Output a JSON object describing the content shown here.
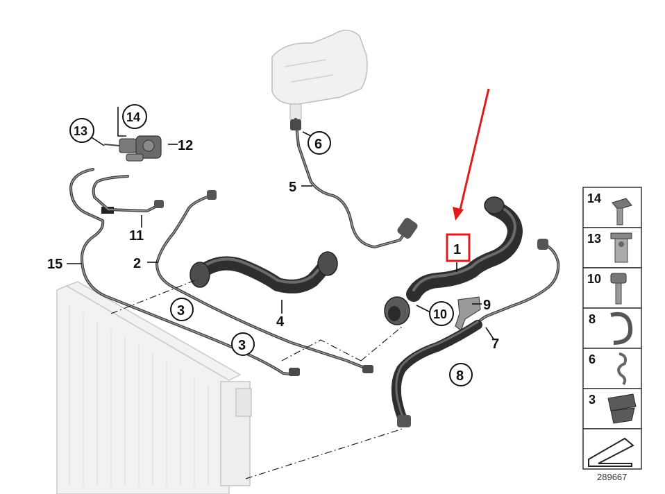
{
  "callouts": {
    "c1": "1",
    "c2": "2",
    "c3a": "3",
    "c3b": "3",
    "c4": "4",
    "c5": "5",
    "c6": "6",
    "c7": "7",
    "c8": "8",
    "c9": "9",
    "c10": "10",
    "c11": "11",
    "c12": "12",
    "c13": "13",
    "c14": "14",
    "c15": "15"
  },
  "legend": {
    "items": [
      "14",
      "13",
      "10",
      "8",
      "6",
      "3"
    ]
  },
  "reference_number": "289667",
  "colors": {
    "highlight_box": "#e01b1b",
    "pointer_arrow": "#e01b1b",
    "hose": "#2e2e2e",
    "radiator": "#f2f2f2"
  }
}
